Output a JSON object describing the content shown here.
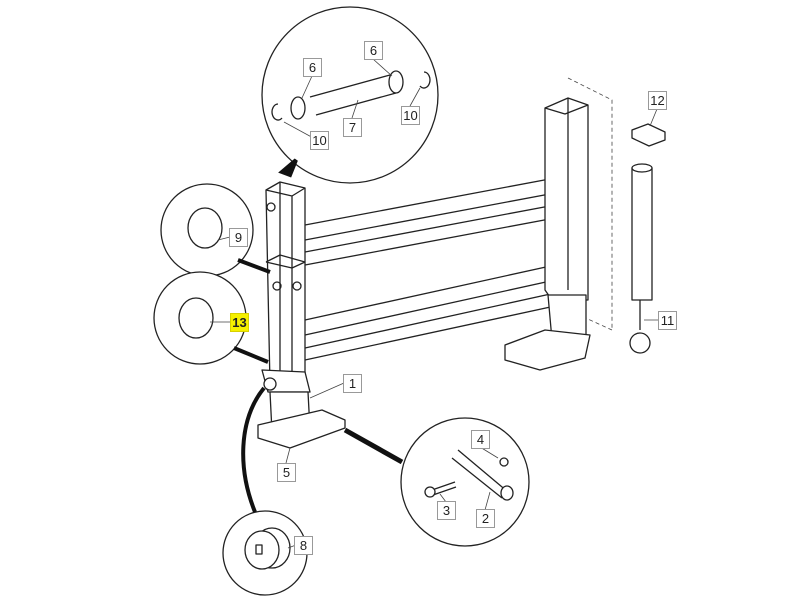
{
  "diagram": {
    "title": "Frame assembly exploded parts diagram",
    "highlight_color": "#f5f000",
    "callouts": [
      {
        "id": "c6a",
        "label": "6"
      },
      {
        "id": "c6b",
        "label": "6"
      },
      {
        "id": "c7",
        "label": "7"
      },
      {
        "id": "c10a",
        "label": "10"
      },
      {
        "id": "c10b",
        "label": "10"
      },
      {
        "id": "c9",
        "label": "9"
      },
      {
        "id": "c13",
        "label": "13",
        "highlighted": true
      },
      {
        "id": "c12",
        "label": "12"
      },
      {
        "id": "c11",
        "label": "11"
      },
      {
        "id": "c1",
        "label": "1"
      },
      {
        "id": "c5",
        "label": "5"
      },
      {
        "id": "c4",
        "label": "4"
      },
      {
        "id": "c3",
        "label": "3"
      },
      {
        "id": "c2",
        "label": "2"
      },
      {
        "id": "c8",
        "label": "8"
      }
    ]
  }
}
